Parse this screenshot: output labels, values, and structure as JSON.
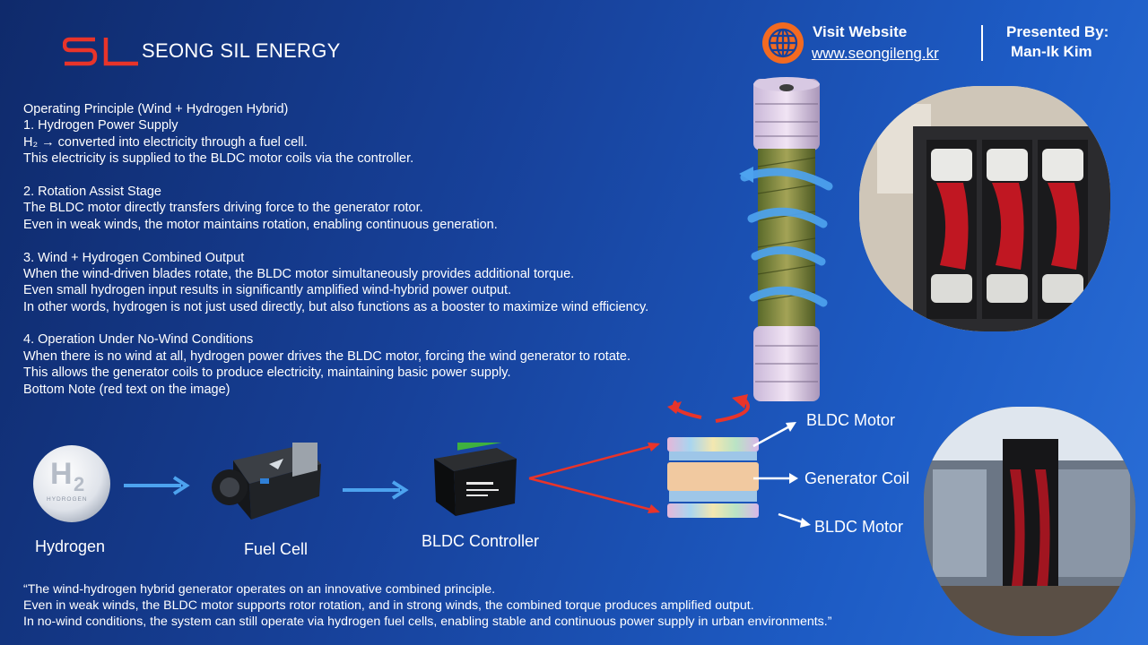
{
  "brand": {
    "logo_letters": "SL",
    "company": "SEONG SIL ENERGY",
    "accent": "#e8342a"
  },
  "header": {
    "visit_label": "Visit Website",
    "visit_url": "www.seongileng.kr",
    "presented_label": "Presented By:",
    "presenter": "Man-Ik Kim",
    "globe_color": "#f26a21"
  },
  "principle": {
    "lines": [
      "Operating Principle (Wind + Hydrogen Hybrid)",
      "1. Hydrogen Power Supply",
      "H₂ → converted into electricity through a fuel cell.",
      "This electricity is supplied to the BLDC motor coils via the controller.",
      "",
      "2. Rotation Assist Stage",
      "The BLDC motor directly transfers driving force to the generator rotor.",
      "Even in weak winds, the motor maintains rotation, enabling continuous generation.",
      "",
      "3. Wind + Hydrogen Combined Output",
      "When the wind-driven blades rotate, the BLDC motor simultaneously provides additional torque.",
      "Even small hydrogen input results in significantly amplified wind-hybrid power output.",
      "In other words, hydrogen is not just used directly, but also functions as a booster to maximize wind efficiency.",
      "",
      "4. Operation Under No-Wind Conditions",
      "When there is no wind at all, hydrogen power drives the BLDC motor, forcing the wind generator to rotate.",
      "This allows the generator coils to produce electricity, maintaining basic power supply.",
      "Bottom Note (red text on the image)"
    ]
  },
  "flow": {
    "hydrogen_icon_text": "H",
    "hydrogen_icon_sub": "2",
    "hydrogen_icon_caption": "HYDROGEN",
    "hydrogen_label": "Hydrogen",
    "fuel_cell_label": "Fuel Cell",
    "controller_label": "BLDC Controller",
    "bldc_top_label": "BLDC Motor",
    "generator_label": "Generator Coil",
    "bldc_bottom_label": "BLDC Motor",
    "arrow_color": "#4da3ef",
    "red_arrow_color": "#e8342a"
  },
  "quote": {
    "lines": [
      "“The wind-hydrogen hybrid generator operates on an innovative combined principle.",
      " Even in weak winds, the BLDC motor supports rotor rotation, and in strong winds, the combined torque produces amplified output.",
      " In no-wind conditions, the system can still operate via hydrogen fuel cells, enabling stable and continuous power supply in urban environments.”"
    ]
  },
  "colors": {
    "bg_dark": "#0f2a6b",
    "bg_light": "#2a6fd8",
    "blade_red": "#c01722"
  }
}
